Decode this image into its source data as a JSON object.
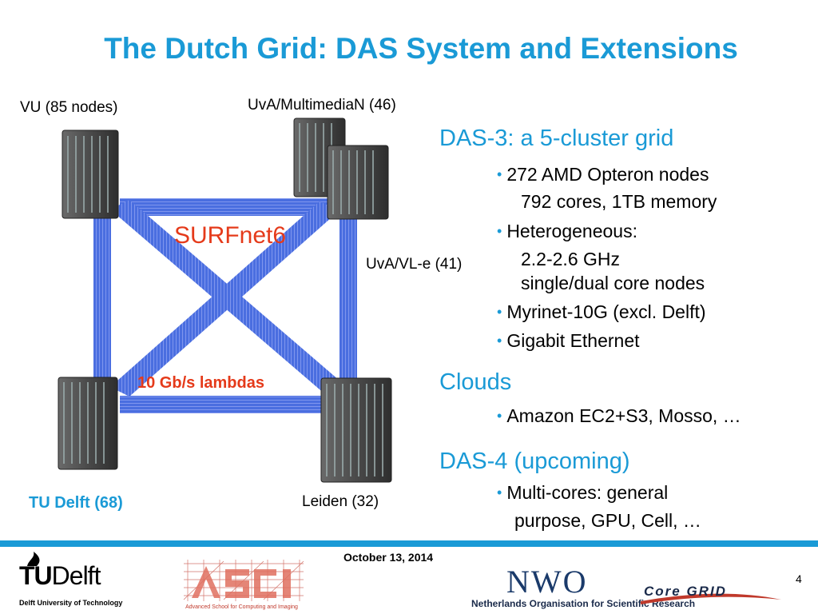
{
  "slide": {
    "title": "The Dutch Grid: DAS System and Extensions",
    "page_number": "4",
    "date": "October 13, 2014"
  },
  "diagram": {
    "sites": {
      "vu": "VU (85 nodes)",
      "uva_multimedian": "UvA/MultimediaN (46)",
      "uva_vle": "UvA/VL-e (41)",
      "tu_delft": "TU Delft (68)",
      "leiden": "Leiden (32)"
    },
    "network_label": "SURFnet6",
    "link_label": "10 Gb/s lambdas",
    "colors": {
      "link": "#4a6ee0",
      "accent": "#1a9ad6",
      "red": "#e53a1a"
    }
  },
  "content": {
    "sections": [
      {
        "heading": "DAS-3: a 5-cluster grid",
        "bullets": [
          {
            "text": "272 AMD Opteron nodes",
            "cont": [
              "792 cores, 1TB memory"
            ]
          },
          {
            "text": "Heterogeneous:",
            "cont": [
              "2.2-2.6 GHz",
              "single/dual core nodes"
            ]
          },
          {
            "text": "Myrinet-10G (excl. Delft)",
            "cont": []
          },
          {
            "text": "Gigabit Ethernet",
            "cont": []
          }
        ]
      },
      {
        "heading": "Clouds",
        "bullets": [
          {
            "text": "Amazon EC2+S3, Mosso, …",
            "cont": []
          }
        ]
      },
      {
        "heading": "DAS-4 (upcoming)",
        "bullets": [
          {
            "text": "Multi-cores: general",
            "cont": [
              "purpose, GPU, Cell, …"
            ]
          }
        ]
      }
    ]
  },
  "logos": {
    "tudelft_main": "TU",
    "tudelft_second": "Delft",
    "tudelft_sub": "Delft University of Technology",
    "asci_sub": "Advanced School for Computing and Imaging",
    "nwo_text": "NWO",
    "nwo_sub": "Netherlands Organisation for Scientific Research",
    "coregrid_text": "Core GRID"
  }
}
